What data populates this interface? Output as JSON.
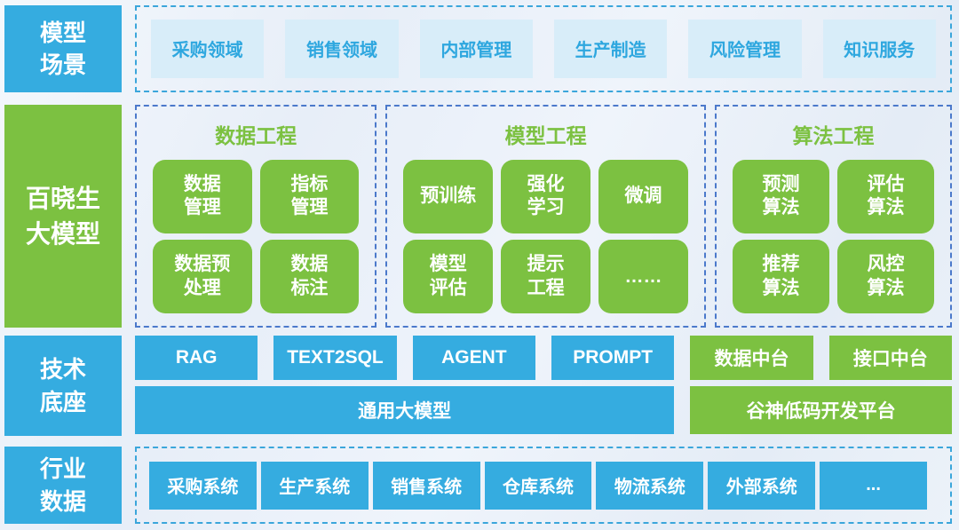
{
  "colors": {
    "blue": "#35ACE0",
    "green": "#7CC141",
    "chip_bg": "#D8EDF9",
    "chip_text": "#2EA7DF",
    "dashed_cyan": "#3BA6DB",
    "dashed_royal": "#4B79CB",
    "background": "#EAF0F8",
    "text_on_fill": "#FFFFFF"
  },
  "scenario_row": {
    "label": [
      "模型",
      "场景"
    ],
    "items": [
      "采购领域",
      "销售领域",
      "内部管理",
      "生产制造",
      "风险管理",
      "知识服务"
    ]
  },
  "model_row": {
    "label": [
      "百晓生",
      "大模型"
    ],
    "groups": [
      {
        "title": "数据工程",
        "items": [
          [
            "数据",
            "管理"
          ],
          [
            "指标",
            "管理"
          ],
          [
            "数据预",
            "处理"
          ],
          [
            "数据",
            "标注"
          ]
        ]
      },
      {
        "title": "模型工程",
        "items": [
          "预训练",
          [
            "强化",
            "学习"
          ],
          "微调",
          [
            "模型",
            "评估"
          ],
          [
            "提示",
            "工程"
          ],
          "……"
        ]
      },
      {
        "title": "算法工程",
        "items": [
          [
            "预测",
            "算法"
          ],
          [
            "评估",
            "算法"
          ],
          [
            "推荐",
            "算法"
          ],
          [
            "风控",
            "算法"
          ]
        ]
      }
    ]
  },
  "tech_row": {
    "label": [
      "技术",
      "底座"
    ],
    "blue_items": [
      "RAG",
      "TEXT2SQL",
      "AGENT",
      "PROMPT"
    ],
    "green_items": [
      "数据中台",
      "接口中台"
    ],
    "wide_blue": "通用大模型",
    "wide_green": "谷神低码开发平台"
  },
  "data_row": {
    "label": [
      "行业",
      "数据"
    ],
    "items": [
      "采购系统",
      "生产系统",
      "销售系统",
      "仓库系统",
      "物流系统",
      "外部系统",
      "..."
    ]
  }
}
